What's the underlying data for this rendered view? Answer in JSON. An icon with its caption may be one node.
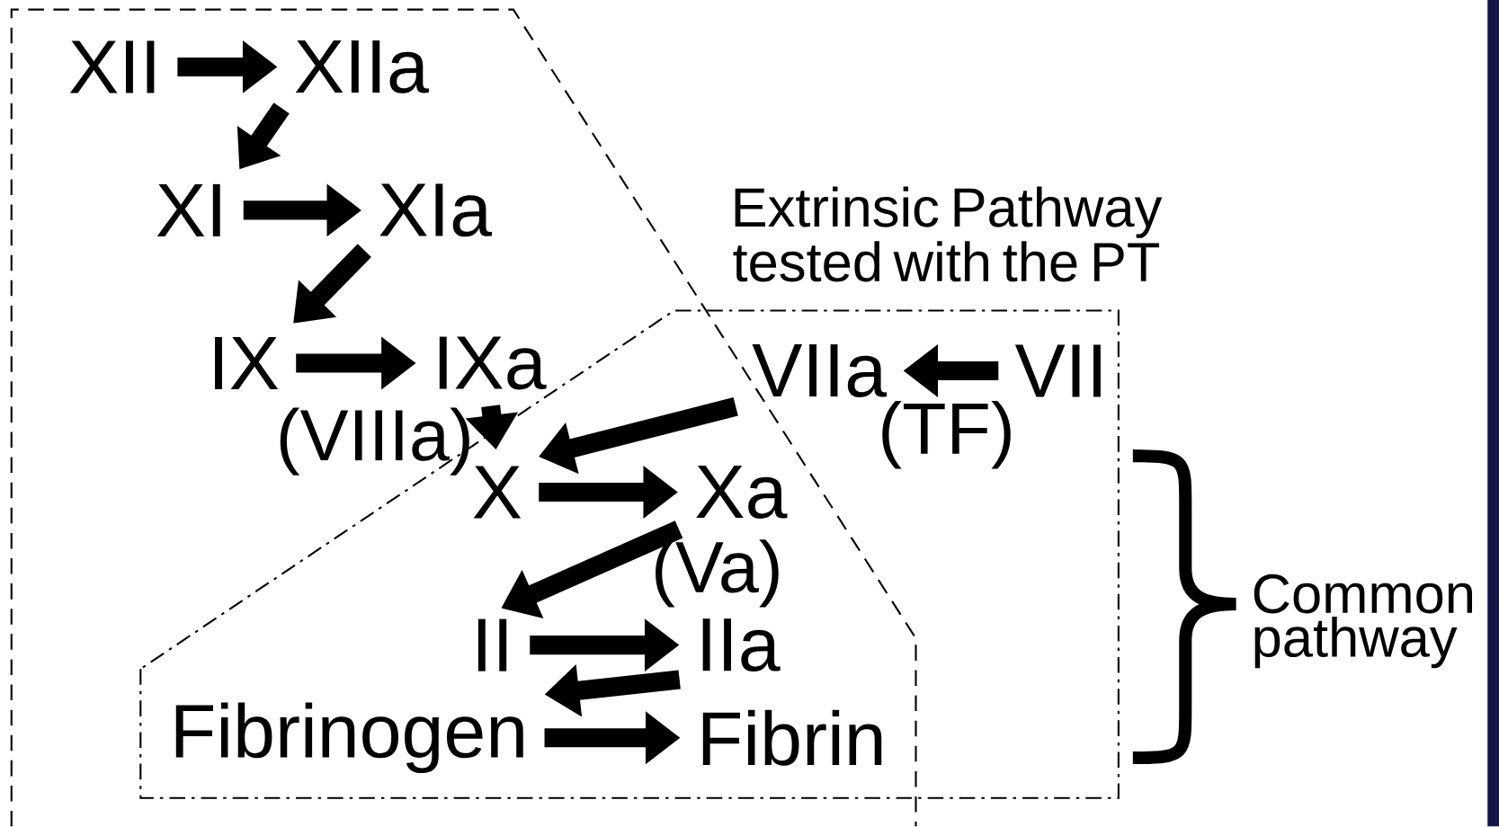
{
  "diagram": {
    "nodes": [
      {
        "text": [
          "XII"
        ]
      },
      {
        "text": [
          "XIIa"
        ]
      },
      {
        "text": [
          "XI"
        ]
      },
      {
        "text": [
          "XIa"
        ]
      },
      {
        "text": [
          "IX"
        ]
      },
      {
        "text": [
          "IXa"
        ],
        "beside": [
          "(VIIIa)"
        ]
      },
      {
        "text": [
          "Extrinsic Pathway tested with the PT"
        ]
      },
      {
        "text": [
          "X"
        ],
        "in": 6
      },
      {
        "text": [
          "Xa"
        ],
        "beside": [
          "(Va)"
        ],
        "in": 6
      },
      {
        "text": [
          "II"
        ],
        "in": 6
      },
      {
        "text": [
          "IIa"
        ],
        "in": 6
      },
      {
        "text": [
          "Fibrinogen"
        ],
        "in": 6
      },
      {
        "text": [
          "Fibrin"
        ],
        "in": 6
      },
      {
        "text": [
          "VIIa"
        ],
        "beside": [
          "(TF)"
        ],
        "in": 6
      },
      {
        "text": [
          "VII"
        ],
        "in": 6
      }
    ],
    "edges": [
      {
        "from": 0,
        "to": 1,
        "arrow": "to"
      },
      {
        "from": 1,
        "to": 2,
        "arrow": "to"
      },
      {
        "from": 2,
        "to": 3,
        "arrow": "to"
      },
      {
        "from": 3,
        "to": 4,
        "arrow": "to"
      },
      {
        "from": 4,
        "to": 5,
        "arrow": "to"
      },
      {
        "from": 5,
        "to": 7,
        "arrow": "to"
      },
      {
        "from": 14,
        "to": 13,
        "arrow": "to"
      },
      {
        "from": 13,
        "to": 7,
        "arrow": "to"
      },
      {
        "from": 7,
        "to": 8,
        "arrow": "to"
      },
      {
        "from": 8,
        "to": 9,
        "arrow": "to"
      },
      {
        "from": 9,
        "to": 10,
        "arrow": "to"
      },
      {
        "from": 10,
        "to": 11,
        "arrow": "to"
      },
      {
        "from": 11,
        "to": 12,
        "arrow": "to"
      }
    ],
    "labels": [
      "Common pathway"
    ]
  }
}
